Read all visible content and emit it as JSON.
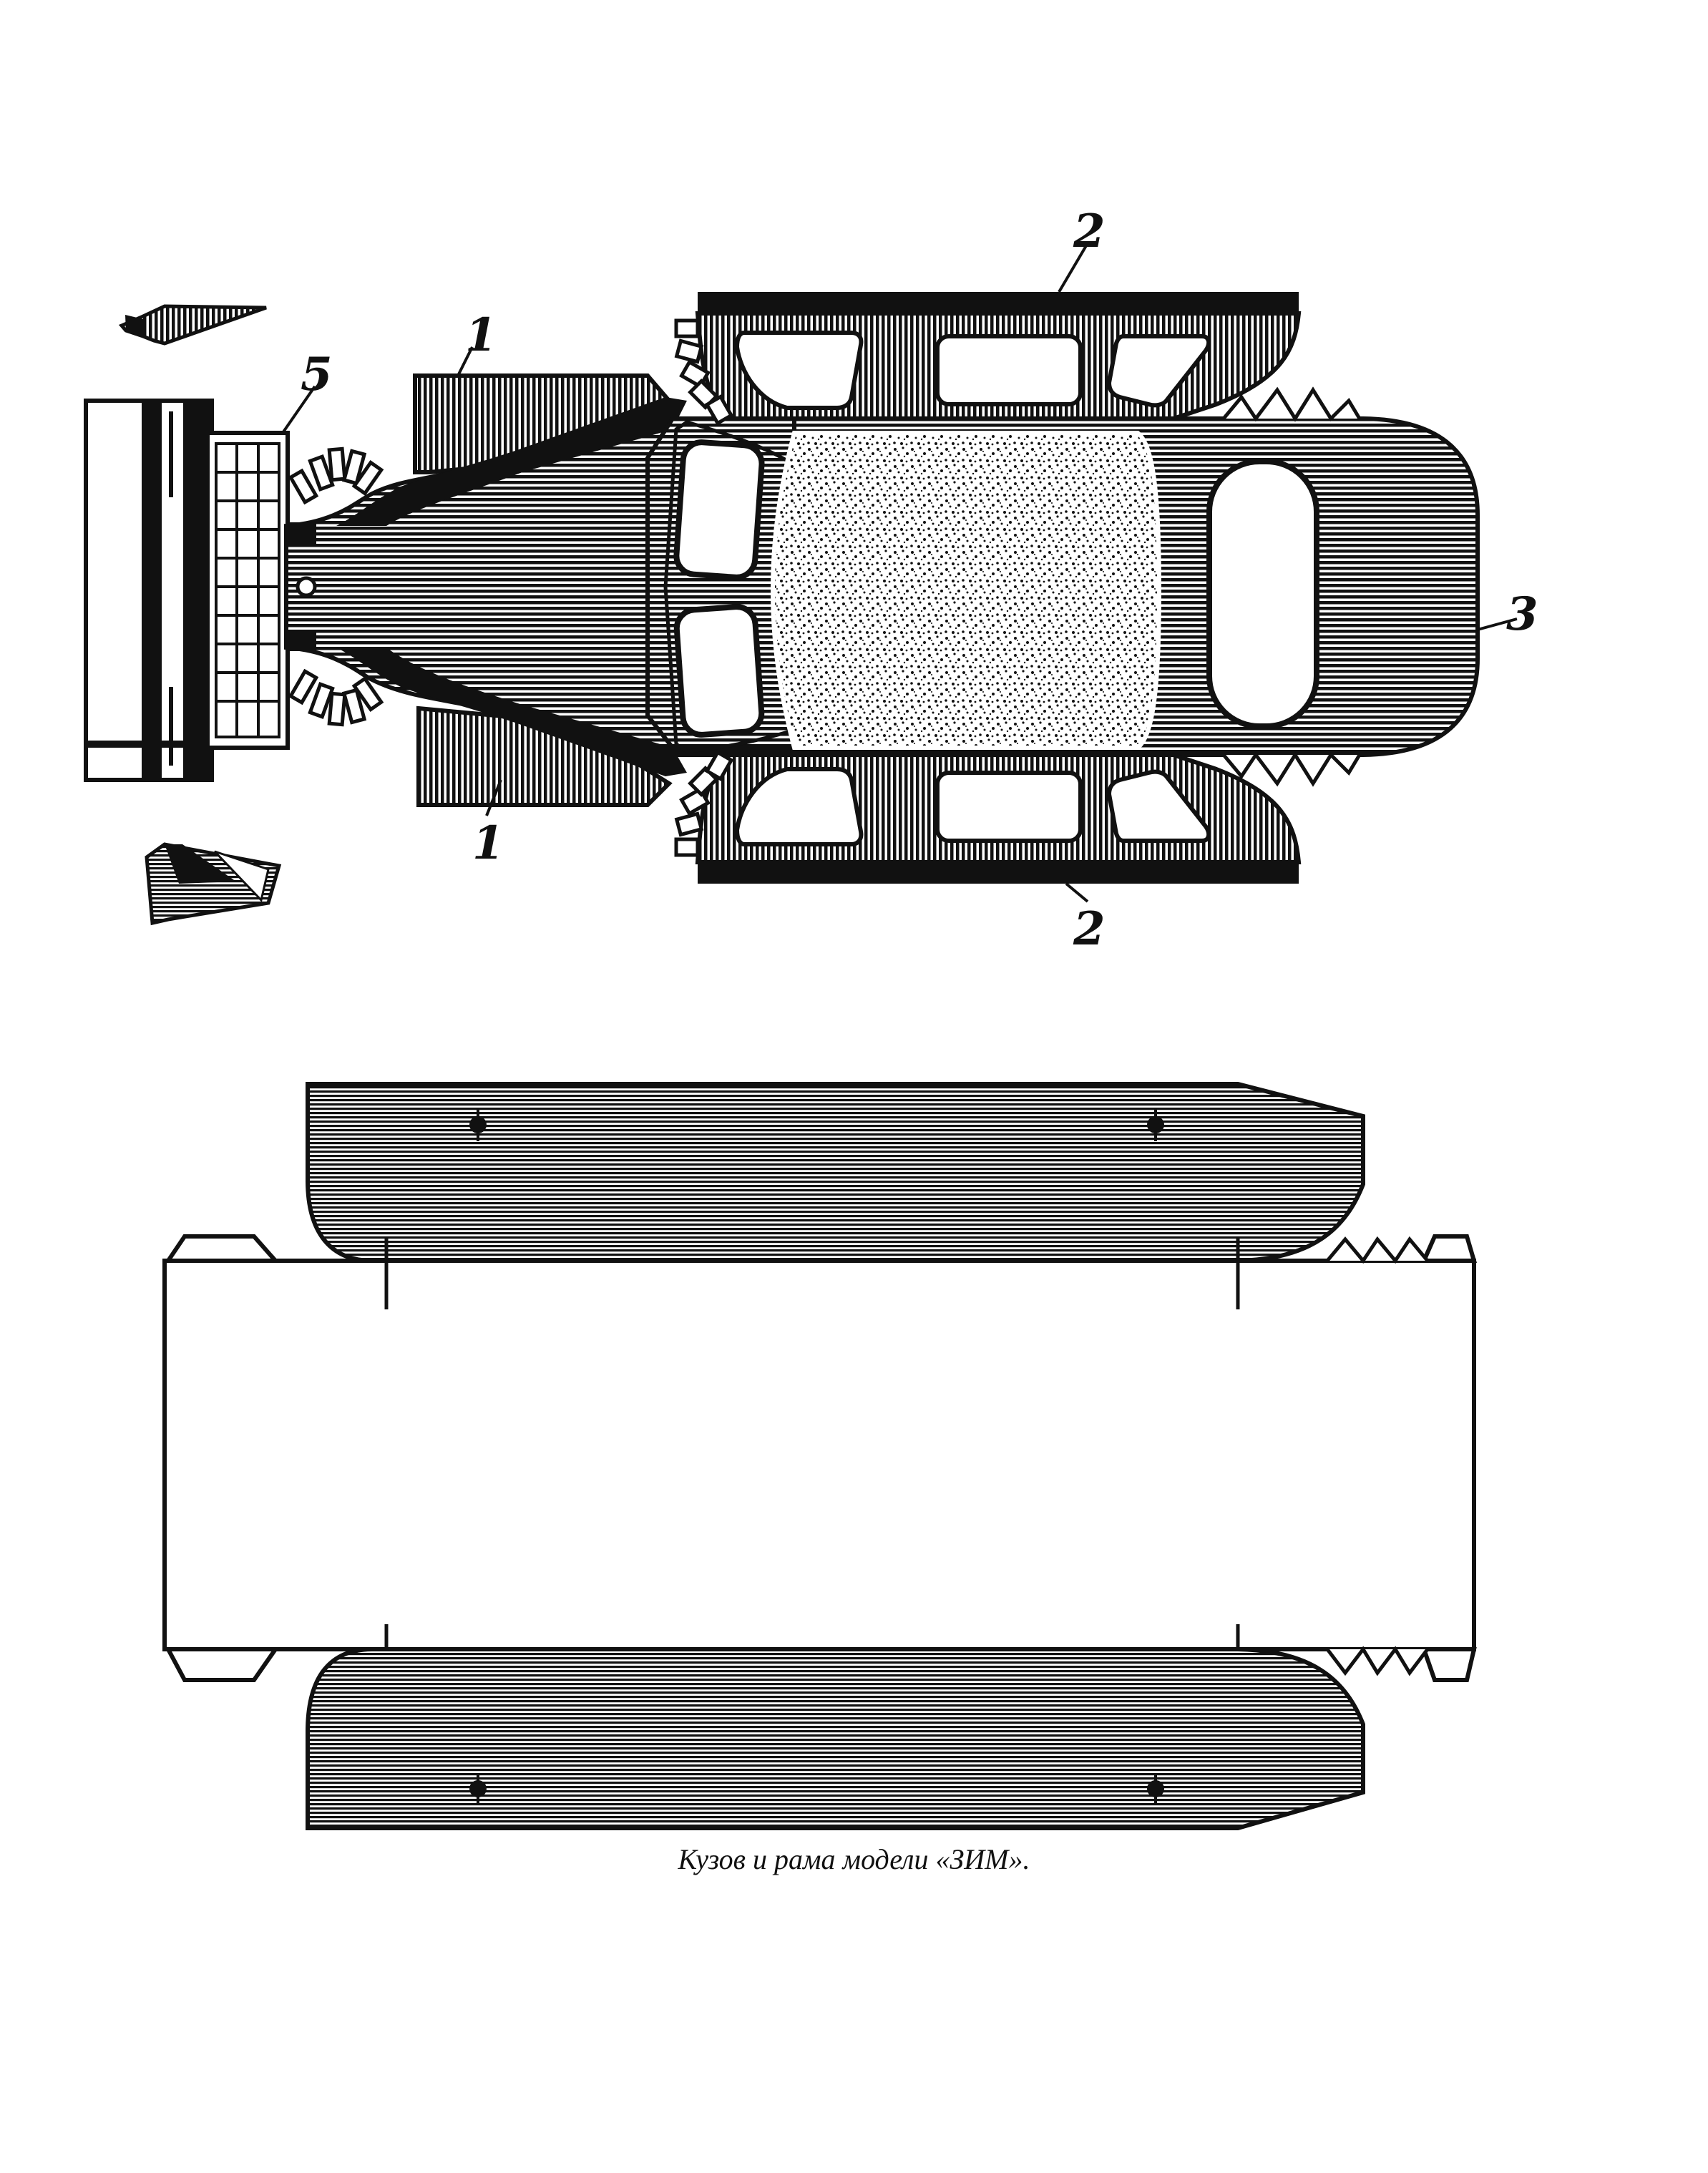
{
  "labels": {
    "one": "1",
    "two": "2",
    "three": "3",
    "five": "5"
  },
  "caption": "Кузов и рама модели «ЗИМ».",
  "colors": {
    "ink": "#111111",
    "paper": "#ffffff"
  }
}
